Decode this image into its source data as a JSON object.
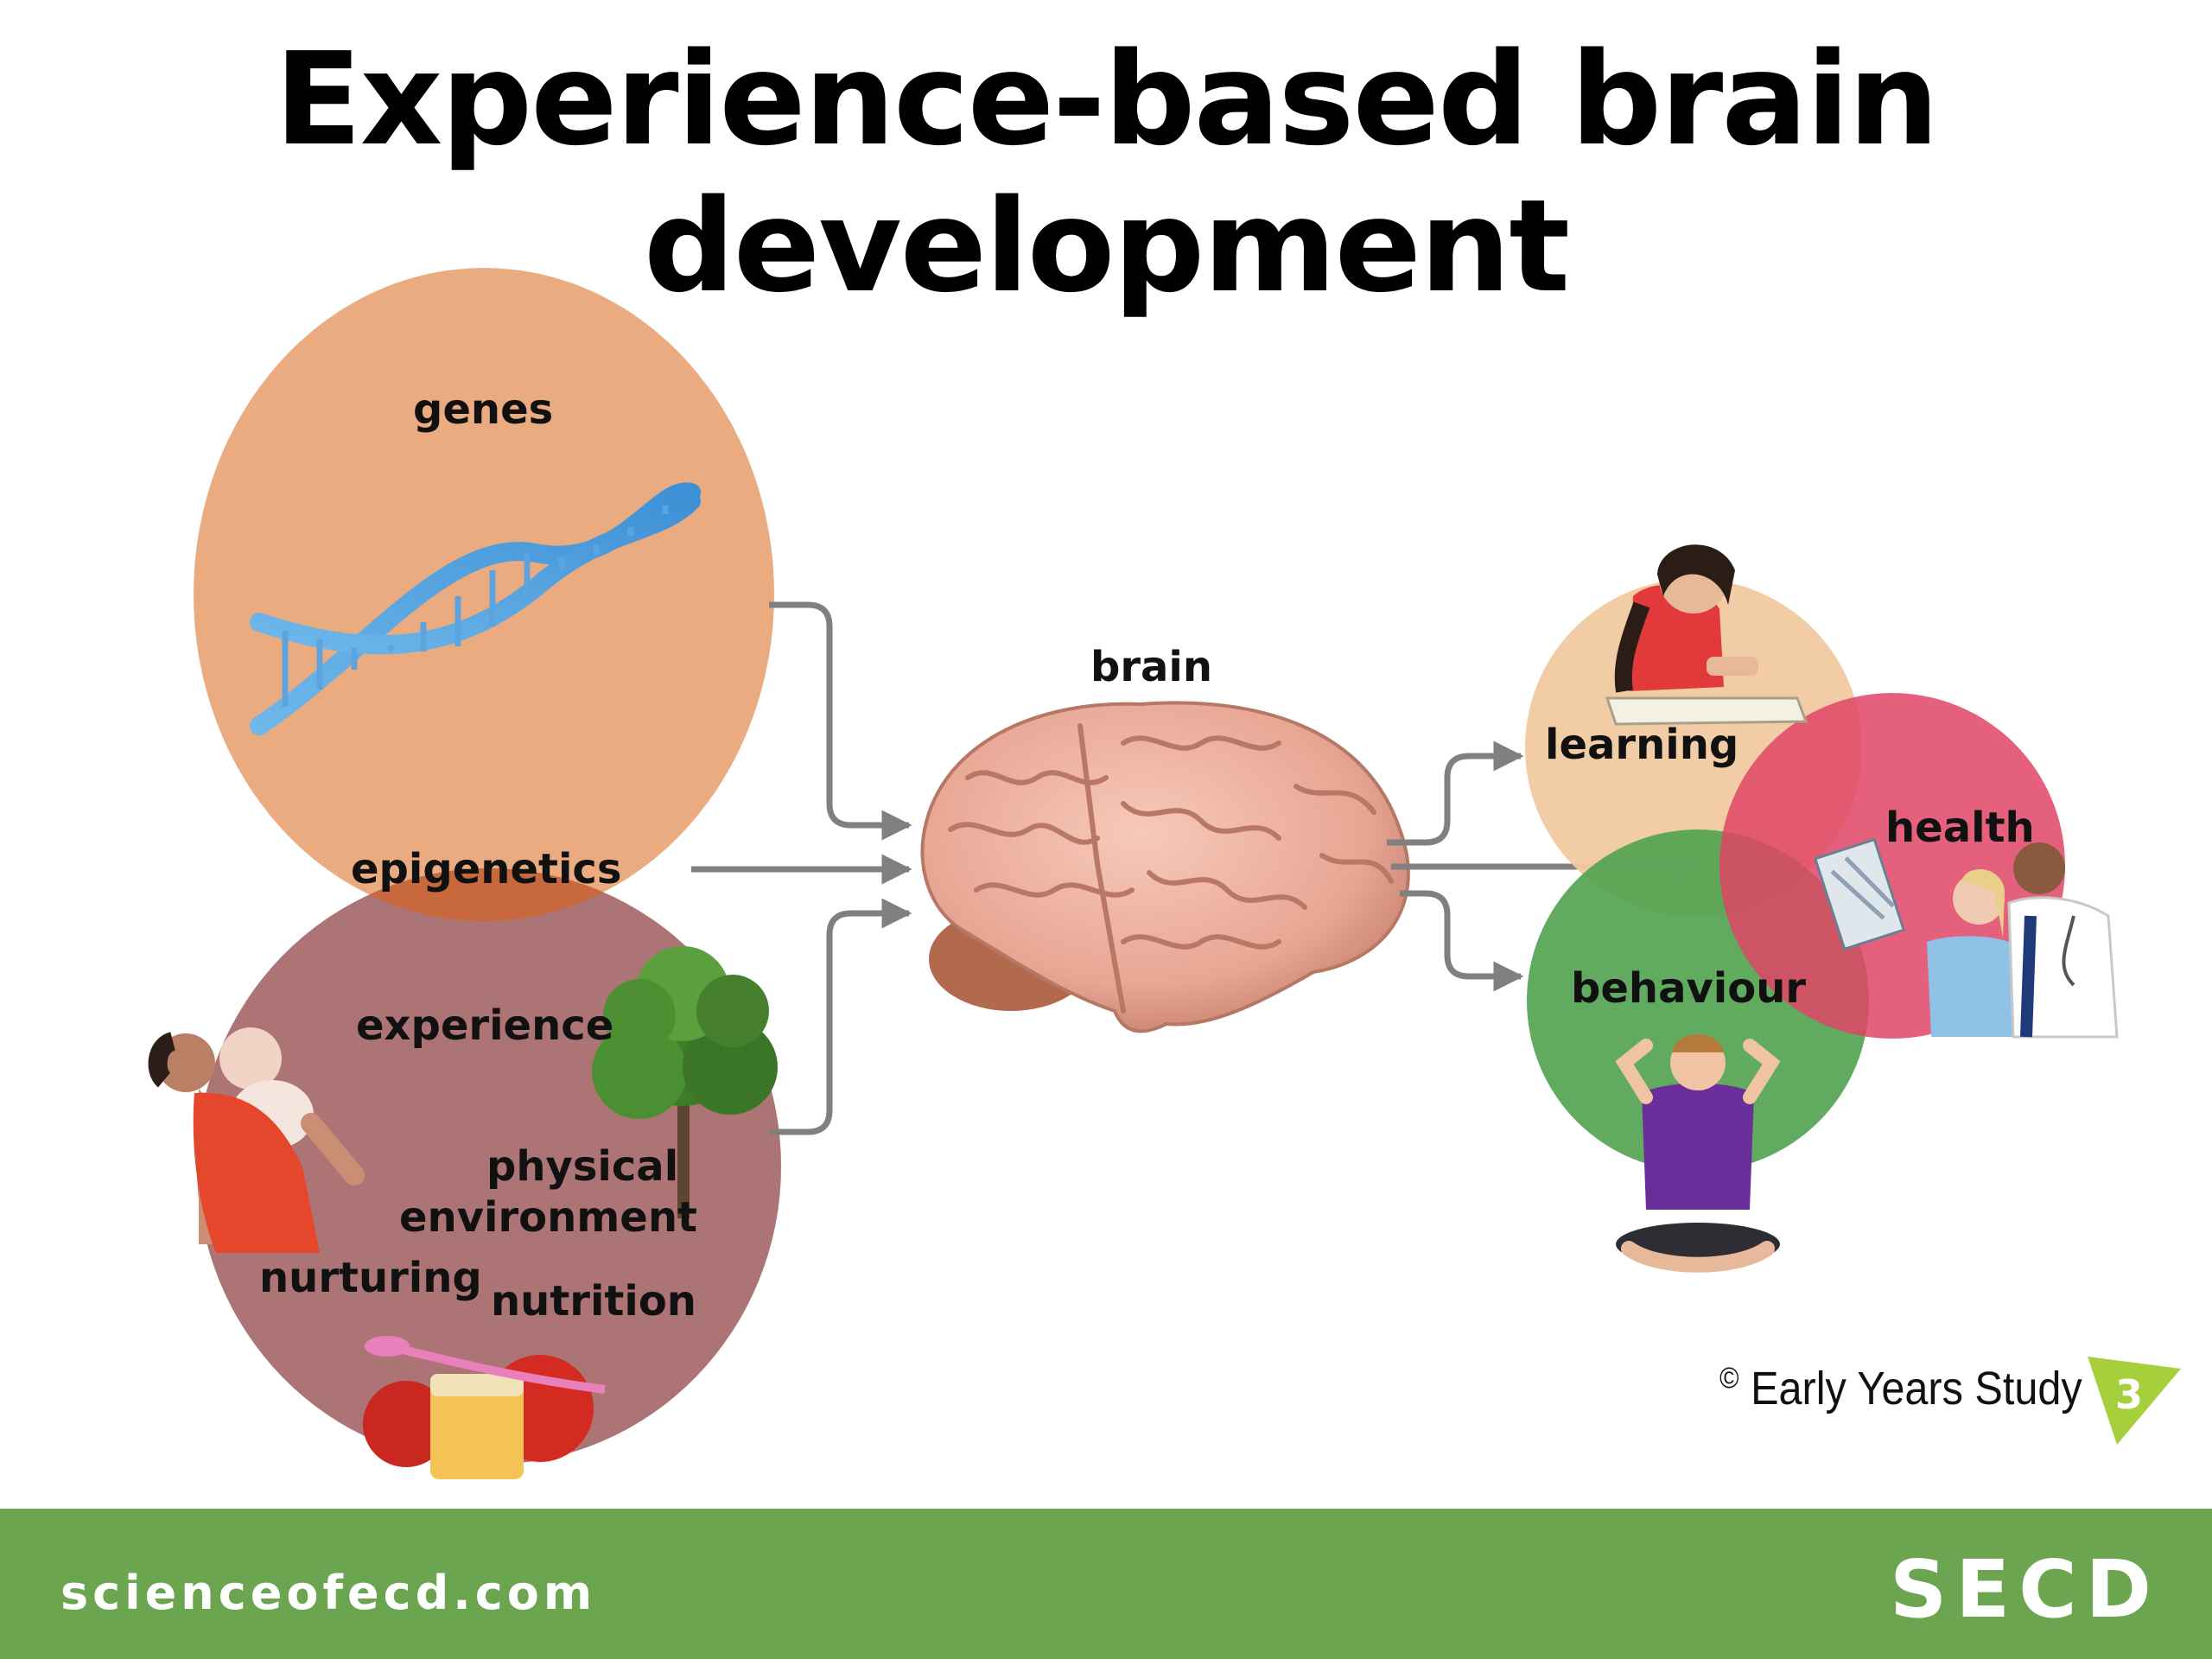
{
  "title": "Experience-based brain development",
  "diagram": {
    "inputs": {
      "genes": "genes",
      "epigenetics": "epigenetics",
      "experience": "experience",
      "physical_environment": [
        "physical",
        "environment"
      ],
      "nurturing": "nurturing",
      "nutrition": "nutrition"
    },
    "center": {
      "brain": "brain"
    },
    "outcomes": {
      "learning": "learning",
      "health": "health",
      "behaviour": "behaviour"
    },
    "colors": {
      "genes": "#e9a679",
      "epigenetics": "#c8683d",
      "experience": "#a56869",
      "learning": "#f0c9a0",
      "health": "#e0506e",
      "behaviour": "#5aa95a",
      "arrow": "#808080"
    },
    "icons": [
      "dna-icon",
      "parent-child-icon",
      "tree-icon",
      "baby-food-icon",
      "brain-icon",
      "reading-child-icon",
      "doctor-xray-icon",
      "sitting-child-icon"
    ]
  },
  "credit": {
    "text": "Early Years Study",
    "copyright": "©",
    "badge": "3"
  },
  "footer": {
    "url": "scienceofecd.com",
    "logo": "SECD"
  }
}
